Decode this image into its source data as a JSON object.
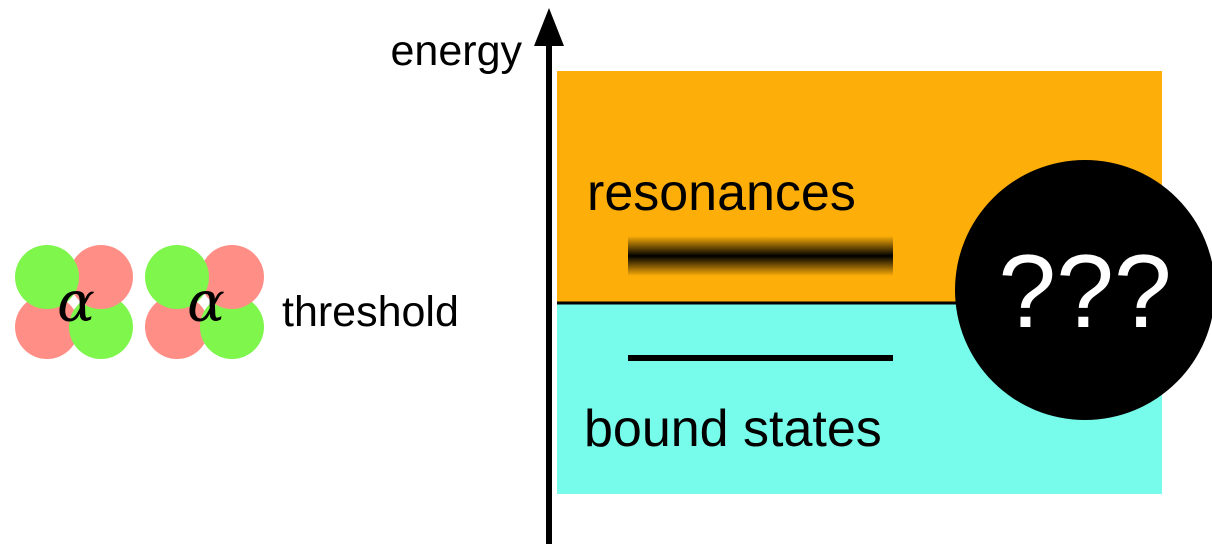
{
  "axis": {
    "label": "energy"
  },
  "regions": {
    "resonances": {
      "label": "resonances",
      "color": "#FDAE08"
    },
    "bound_states": {
      "label": "bound states",
      "color": "#77FBEA"
    }
  },
  "threshold": {
    "label": "threshold"
  },
  "alpha_particles": [
    {
      "symbol": "α",
      "colors": [
        "#FF8F86",
        "#7EF64C"
      ]
    },
    {
      "symbol": "α",
      "colors": [
        "#FF8F86",
        "#7EF64C"
      ]
    }
  ],
  "unknown_badge": {
    "label": "???",
    "color": "#000000"
  }
}
